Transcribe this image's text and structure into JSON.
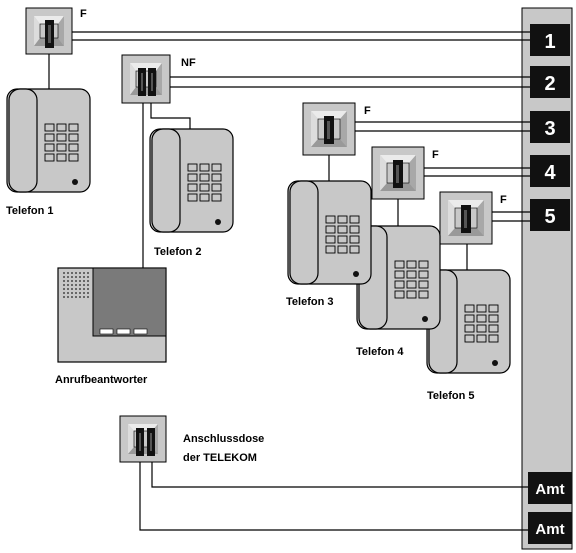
{
  "sockets": {
    "s1": {
      "tag": "F"
    },
    "s2": {
      "tag": "NF"
    },
    "s3": {
      "tag": "F"
    },
    "s4": {
      "tag": "F"
    },
    "s5": {
      "tag": "F"
    }
  },
  "phones": {
    "p1": {
      "label": "Telefon 1"
    },
    "p2": {
      "label": "Telefon 2"
    },
    "p3": {
      "label": "Telefon 3"
    },
    "p4": {
      "label": "Telefon 4"
    },
    "p5": {
      "label": "Telefon 5"
    }
  },
  "answering_machine": {
    "label": "Anrufbeantworter"
  },
  "main_socket": {
    "label_line1": "Anschlussdose",
    "label_line2": "der TELEKOM"
  },
  "ports": [
    "1",
    "2",
    "3",
    "4",
    "5"
  ],
  "trunks": [
    "Amt",
    "Amt"
  ],
  "colors": {
    "panel": "#c8c8c8",
    "device": "#c8c8c8",
    "port_block": "#111111",
    "line": "#000000"
  }
}
